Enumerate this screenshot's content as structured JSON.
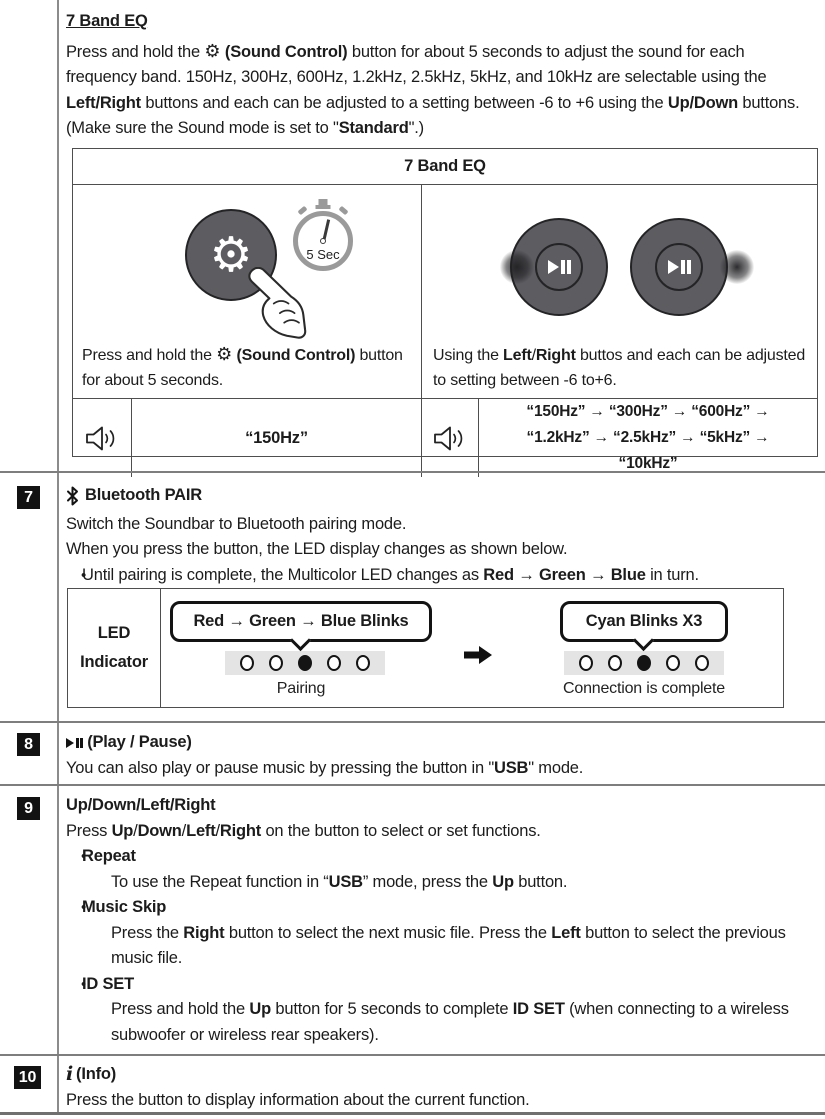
{
  "colors": {
    "text": "#1c1c1c",
    "rule_gray": "#7e7e7e",
    "table_border": "#4e4e4e",
    "button_fill": "#5d5d61",
    "button_edge": "#242427",
    "led_strip_bg": "#e4e4e4",
    "callout_border": "#131313",
    "number_badge_bg": "#121212"
  },
  "icons": {
    "gear": "⚙",
    "sound_control_gear": "sound-control-gear",
    "bluetooth": "bluetooth-rune",
    "play_pause": "play-pause",
    "speaker": "speaker-with-waves",
    "info_glyph": "i",
    "right_arrow_bold": "thick-right-arrow"
  },
  "intro": {
    "title": "7 Band EQ",
    "p": {
      "s1": "Press and hold the ",
      "b0": "(Sound Control)",
      "s2": " button for about 5 seconds to adjust the sound for each frequency band. 150Hz, 300Hz, 600Hz, 1.2kHz, 2.5kHz, 5kHz, and 10kHz are selectable using the ",
      "b1": "Left/Right",
      "s3": " buttons and each can be adjusted to a setting between -6 to +6 using the ",
      "b2": "Up/Down",
      "s4": " buttons. (Make sure the Sound mode is set to \"",
      "b3": "Standard",
      "s5": "\".)"
    }
  },
  "eq_table": {
    "header": "7 Band EQ",
    "timer_label": "5 Sec",
    "left_caption": {
      "s1": "Press and hold the ",
      "b1": "(Sound Control)",
      "s2": " button for about 5 seconds."
    },
    "right_caption": {
      "s1": "Using the ",
      "b1": "Left",
      "d1": "/",
      "b2": "Right",
      "s2": " buttos and each can be adjusted to setting between -6 to+6."
    },
    "row_left_value": "“150Hz”",
    "row_right_value": "“150Hz” → “300Hz” → “600Hz” → “1.2kHz” → “2.5kHz” → “5kHz” → “10kHz”"
  },
  "section7": {
    "number": "7",
    "title": "Bluetooth PAIR",
    "line1": "Switch the Soundbar to Bluetooth pairing mode.",
    "line2": "When you press the button, the LED display changes as shown below.",
    "bullet": {
      "s1": "Until pairing is complete, the Multicolor LED changes as ",
      "b1": "Red",
      "a1": " → ",
      "b2": "Green",
      "a2": " → ",
      "b3": "Blue",
      "s2": " in turn."
    },
    "led_box": {
      "label_line1": "LED",
      "label_line2": "Indicator",
      "callout1": "Red → Green → Blue Blinks",
      "caption1": "Pairing",
      "callout2": "Cyan Blinks X3",
      "caption2": "Connection is complete",
      "led_pattern_pairing": [
        0,
        0,
        1,
        0,
        0
      ],
      "led_pattern_complete": [
        0,
        0,
        1,
        0,
        0
      ]
    }
  },
  "section8": {
    "number": "8",
    "title": "(Play / Pause)",
    "body": {
      "s1": "You can also play or pause music by pressing the button in \"",
      "b1": "USB",
      "s2": "\" mode."
    }
  },
  "section9": {
    "number": "9",
    "title": "Up/Down/Left/Right",
    "intro": {
      "s1": "Press ",
      "b1": "Up",
      "d1": "/",
      "b2": "Down",
      "d2": "/",
      "b3": "Left",
      "d3": "/",
      "b4": "Right",
      "s2": " on the button to select or set functions."
    },
    "bullets": [
      {
        "title": "Repeat",
        "body": {
          "s1": "To use the Repeat function in “",
          "b1": "USB",
          "s2": "” mode, press the ",
          "b2": "Up",
          "s3": " button."
        }
      },
      {
        "title": "Music Skip",
        "body": {
          "s1": "Press the ",
          "b1": "Right",
          "s2": " button to select the next music file. Press the ",
          "b2": "Left",
          "s3": " button to select the previous music file."
        }
      },
      {
        "title": "ID SET",
        "body": {
          "s1": "Press and hold the ",
          "b1": "Up",
          "s2": " button for 5 seconds to complete ",
          "b2": "ID SET",
          "s3": " (when connecting to a wireless subwoofer or wireless rear speakers)."
        }
      }
    ]
  },
  "section10": {
    "number": "10",
    "info_glyph": "i",
    "title": "(Info)",
    "body": "Press the button to display information about the current function."
  }
}
